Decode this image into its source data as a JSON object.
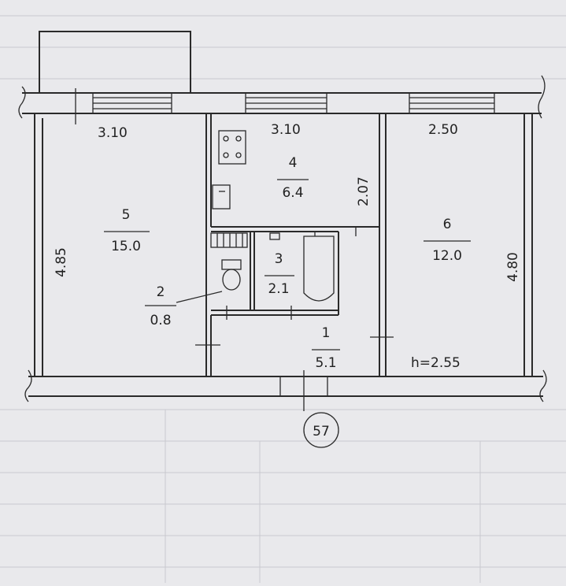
{
  "plan": {
    "dimensions": {
      "room5_width": "3.10",
      "room4_width": "3.10",
      "room6_width": "2.50",
      "room5_depth": "4.85",
      "room4_depth": "2.07",
      "room6_depth": "4.80"
    },
    "rooms": [
      {
        "num": "1",
        "area": "5.1"
      },
      {
        "num": "2",
        "area": "0.8"
      },
      {
        "num": "3",
        "area": "2.1"
      },
      {
        "num": "4",
        "area": "6.4"
      },
      {
        "num": "5",
        "area": "15.0"
      },
      {
        "num": "6",
        "area": "12.0"
      }
    ],
    "ceiling_height": "h=2.55",
    "apartment_number": "57"
  },
  "colors": {
    "paper": "#e9e9ec",
    "ink": "#2a2a2a",
    "grid": "#c9c9cf"
  }
}
